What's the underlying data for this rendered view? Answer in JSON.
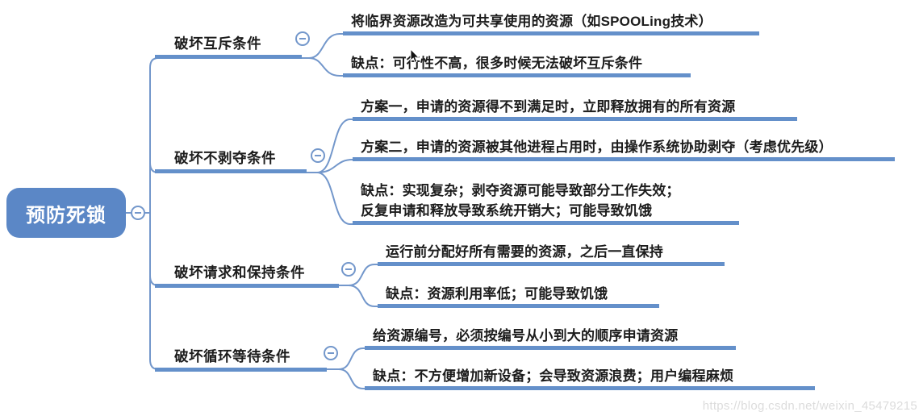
{
  "root": {
    "label": "预防死锁"
  },
  "branches": [
    {
      "label": "破坏互斥条件",
      "leaves": [
        {
          "lines": [
            "将临界资源改造为可共享使用的资源（如SPOOLing技术）"
          ]
        },
        {
          "lines": [
            "缺点：可行性不高，很多时候无法破坏互斥条件"
          ]
        }
      ]
    },
    {
      "label": "破坏不剥夺条件",
      "leaves": [
        {
          "lines": [
            "方案一，申请的资源得不到满足时，立即释放拥有的所有资源"
          ]
        },
        {
          "lines": [
            "方案二，申请的资源被其他进程占用时，由操作系统协助剥夺（考虑优先级）"
          ]
        },
        {
          "lines": [
            "缺点：实现复杂；剥夺资源可能导致部分工作失效；",
            "反复申请和释放导致系统开销大；可能导致饥饿"
          ]
        }
      ]
    },
    {
      "label": "破坏请求和保持条件",
      "leaves": [
        {
          "lines": [
            "运行前分配好所有需要的资源，之后一直保持"
          ]
        },
        {
          "lines": [
            "缺点：资源利用率低；可能导致饥饿"
          ]
        }
      ]
    },
    {
      "label": "破坏循环等待条件",
      "leaves": [
        {
          "lines": [
            "给资源编号，必须按编号从小到大的顺序申请资源"
          ]
        },
        {
          "lines": [
            "缺点：不方便增加新设备；会导致资源浪费；用户编程麻烦"
          ]
        }
      ]
    }
  ],
  "icons": {
    "collapse": "minus-icon",
    "cursor": "mouse-pointer"
  },
  "watermark": "https://blog.csdn.net/weixin_45479215",
  "colors": {
    "node_fill": "#5b87c6",
    "line": "#7397cb",
    "bar": "#6490ca",
    "text": "#1c1c1c",
    "root_text": "#ffffff",
    "watermark": "#dcdcdc",
    "background": "#ffffff"
  }
}
